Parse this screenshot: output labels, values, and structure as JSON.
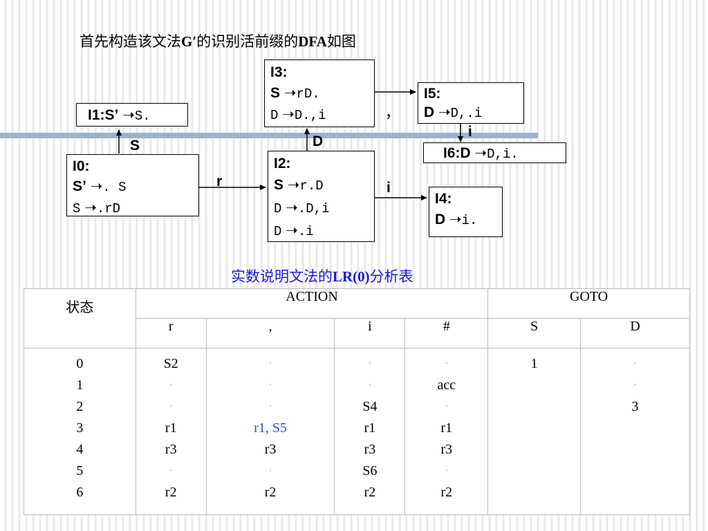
{
  "title": {
    "text": "首先构造该文法",
    "g": "G′",
    "text2": "的识别活前缀的",
    "dfa": "DFA",
    "text3": "如图"
  },
  "states": {
    "i0": {
      "name": "I0:",
      "l1_lhs": "S’",
      "l1_rhs": ". S",
      "l2_lhs": "S",
      "l2_rhs": ".rD"
    },
    "i1": {
      "lhs": "I1:S’",
      "rhs": "S."
    },
    "i2": {
      "name": "I2:",
      "l1_lhs": "S",
      "l1_rhs": "r.D",
      "l2_lhs": "D",
      "l2_rhs": ".D,i",
      "l3_lhs": "D",
      "l3_rhs": ".i"
    },
    "i3": {
      "name": "I3:",
      "l1_lhs": "S",
      "l1_rhs": "rD.",
      "l2_lhs": "D",
      "l2_rhs": "D.,i"
    },
    "i4": {
      "name": "I4:",
      "l1_lhs": "D",
      "l1_rhs": "i."
    },
    "i5": {
      "name": "I5:",
      "l1_lhs": "D",
      "l1_rhs": "D,.i"
    },
    "i6": {
      "lhs": "I6:D",
      "rhs": "D,i."
    }
  },
  "edges": {
    "s": "S",
    "r": "r",
    "d": "D",
    "comma": "，",
    "i_i4": "i",
    "i_i6": "i"
  },
  "table_title": {
    "text": "实数说明文法的",
    "lr": "LR(0)",
    "text2": "分析表"
  },
  "table": {
    "state_header": "状态",
    "action_header": "ACTION",
    "goto_header": "GOTO",
    "columns": [
      "r",
      ",",
      "i",
      "#",
      "S",
      "D"
    ],
    "states": [
      "0",
      "1",
      "2",
      "3",
      "4",
      "5",
      "6"
    ],
    "col_r": [
      "S2",
      "·",
      "·",
      "r1",
      "r3",
      "·",
      "r2"
    ],
    "col_comma": [
      "·",
      "·",
      "·",
      "r1, S5",
      "r3",
      "·",
      "r2"
    ],
    "col_i": [
      "·",
      "·",
      "S4",
      "r1",
      "r3",
      "S6",
      "r2"
    ],
    "col_hash": [
      "·",
      "acc",
      "·",
      "r1",
      "r3",
      "·",
      "r2"
    ],
    "col_S": [
      "1",
      "",
      "",
      "",
      "",
      "",
      ""
    ],
    "col_D": [
      "·",
      "·",
      "3",
      "",
      "",
      "",
      ""
    ]
  }
}
